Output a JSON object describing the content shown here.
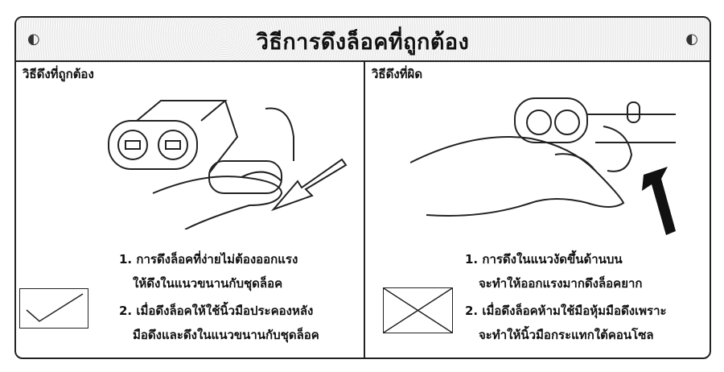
{
  "title": "วิธีการดึงล็อคที่ถูกต้อง",
  "correct": {
    "heading": "วิธีดึงที่ถูกต้อง",
    "icon": "checkmark-icon",
    "lines": [
      "1. การดึงล็อคที่ง่ายไม่ต้องออกแรง",
      "ให้ดึงในแนวขนานกับชุดล็อค",
      "2. เมื่อดึงล็อคให้ใช้นิ้วมือประคองหลัง",
      "มือดึงและดึงในแนวขนานกับชุดล็อค"
    ]
  },
  "wrong": {
    "heading": "วิธีดึงที่ผิด",
    "icon": "cross-icon",
    "lines": [
      "1. การดึงในแนวงัดขึ้นด้านบน",
      "จะทำให้ออกแรงมากดึงล็อคยาก",
      "2. เมื่อดึงล็อคห้ามใช้มือหุ้มมือดึงเพราะ",
      "จะทำให้นิ้วมือกระแทกใต้คอนโซล"
    ]
  }
}
